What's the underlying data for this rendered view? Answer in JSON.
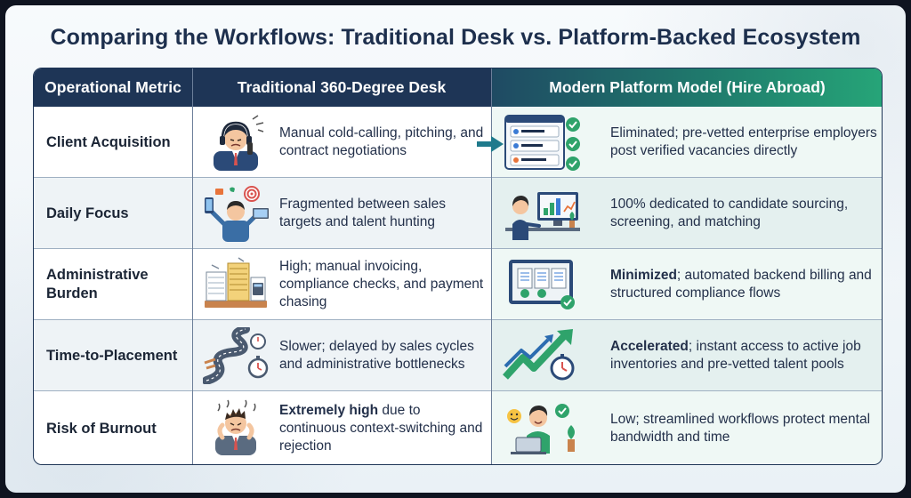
{
  "title": "Comparing the Workflows: Traditional Desk vs. Platform-Backed Ecosystem",
  "headers": {
    "metric": "Operational Metric",
    "traditional": "Traditional 360-Degree Desk",
    "modern": "Modern Platform Model (Hire Abroad)"
  },
  "rows": [
    {
      "metric": "Client Acquisition",
      "traditional": "Manual cold-calling, pitching, and contract negotiations",
      "modern_bold": "",
      "modern": "Eliminated; pre-vetted enterprise employers post verified vacancies directly",
      "traditional_icon": "stressed-phone-caller-icon",
      "modern_icon": "verified-vacancy-list-icon"
    },
    {
      "metric": "Daily Focus",
      "traditional": "Fragmented between sales targets and talent hunting",
      "modern_bold": "",
      "modern": "100% dedicated to candidate sourcing, screening, and matching",
      "traditional_icon": "multitasking-juggler-icon",
      "modern_icon": "focused-recruiter-desk-icon"
    },
    {
      "metric": "Administrative Burden",
      "traditional_bold": "",
      "traditional": "High; manual invoicing, compliance checks, and payment chasing",
      "modern_bold": "Minimized",
      "modern": "; automated backend billing and structured compliance flows",
      "traditional_icon": "paperwork-piles-icon",
      "modern_icon": "automated-documents-icon"
    },
    {
      "metric": "Time-to-Placement",
      "traditional": "Slower; delayed by sales cycles and administrative bottlenecks",
      "modern_bold": "Accelerated",
      "modern": "; instant access to active job inventories and pre-vetted talent pools",
      "traditional_icon": "winding-road-stopwatch-icon",
      "modern_icon": "rising-arrow-stopwatch-icon"
    },
    {
      "metric": "Risk of Burnout",
      "traditional_bold": "Extremely high",
      "traditional": " due to continuous context-switching and rejection",
      "modern_bold": "",
      "modern": "Low; streamlined workflows protect mental bandwidth and time",
      "traditional_icon": "burnout-person-icon",
      "modern_icon": "happy-worker-icon"
    }
  ],
  "colors": {
    "navy": "#1e3556",
    "teal": "#1f7a6c",
    "green": "#26a578",
    "accent_orange": "#e8743b"
  }
}
